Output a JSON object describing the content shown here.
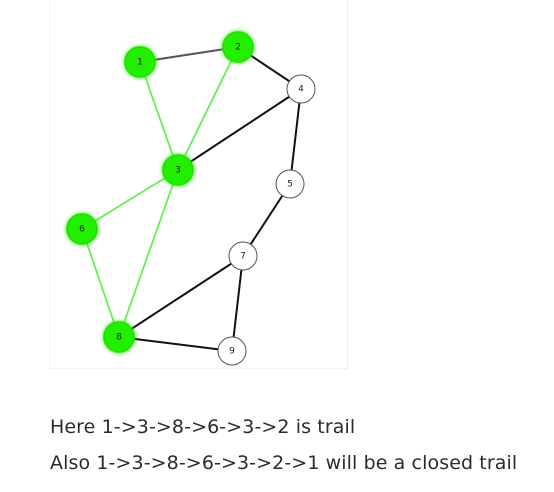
{
  "graph": {
    "nodes": [
      {
        "id": "1",
        "label": "1",
        "highlighted": true
      },
      {
        "id": "2",
        "label": "2",
        "highlighted": true
      },
      {
        "id": "3",
        "label": "3",
        "highlighted": true
      },
      {
        "id": "4",
        "label": "4",
        "highlighted": false
      },
      {
        "id": "5",
        "label": "5",
        "highlighted": false
      },
      {
        "id": "6",
        "label": "6",
        "highlighted": true
      },
      {
        "id": "7",
        "label": "7",
        "highlighted": false
      },
      {
        "id": "8",
        "label": "8",
        "highlighted": true
      },
      {
        "id": "9",
        "label": "9",
        "highlighted": false
      }
    ],
    "edges": [
      {
        "from": "1",
        "to": "2",
        "color": "gray"
      },
      {
        "from": "2",
        "to": "4",
        "color": "black"
      },
      {
        "from": "1",
        "to": "3",
        "color": "green"
      },
      {
        "from": "2",
        "to": "3",
        "color": "green"
      },
      {
        "from": "3",
        "to": "4",
        "color": "black"
      },
      {
        "from": "4",
        "to": "5",
        "color": "black"
      },
      {
        "from": "5",
        "to": "7",
        "color": "black"
      },
      {
        "from": "3",
        "to": "6",
        "color": "green"
      },
      {
        "from": "3",
        "to": "8",
        "color": "green"
      },
      {
        "from": "6",
        "to": "8",
        "color": "green"
      },
      {
        "from": "7",
        "to": "8",
        "color": "black"
      },
      {
        "from": "7",
        "to": "9",
        "color": "black"
      },
      {
        "from": "8",
        "to": "9",
        "color": "black"
      }
    ],
    "colors": {
      "highlight_fill": "#22ee00",
      "highlight_stroke": "#22dd00",
      "default_fill": "#ffffff",
      "default_stroke": "#555555",
      "green_edge": "#66ee55",
      "black_edge": "#111111",
      "gray_edge": "#555555"
    }
  },
  "text": {
    "line1": "Here 1->3->8->6->3->2 is trail",
    "line2": "Also 1->3->8->6->3->2->1 will be a closed trail"
  }
}
